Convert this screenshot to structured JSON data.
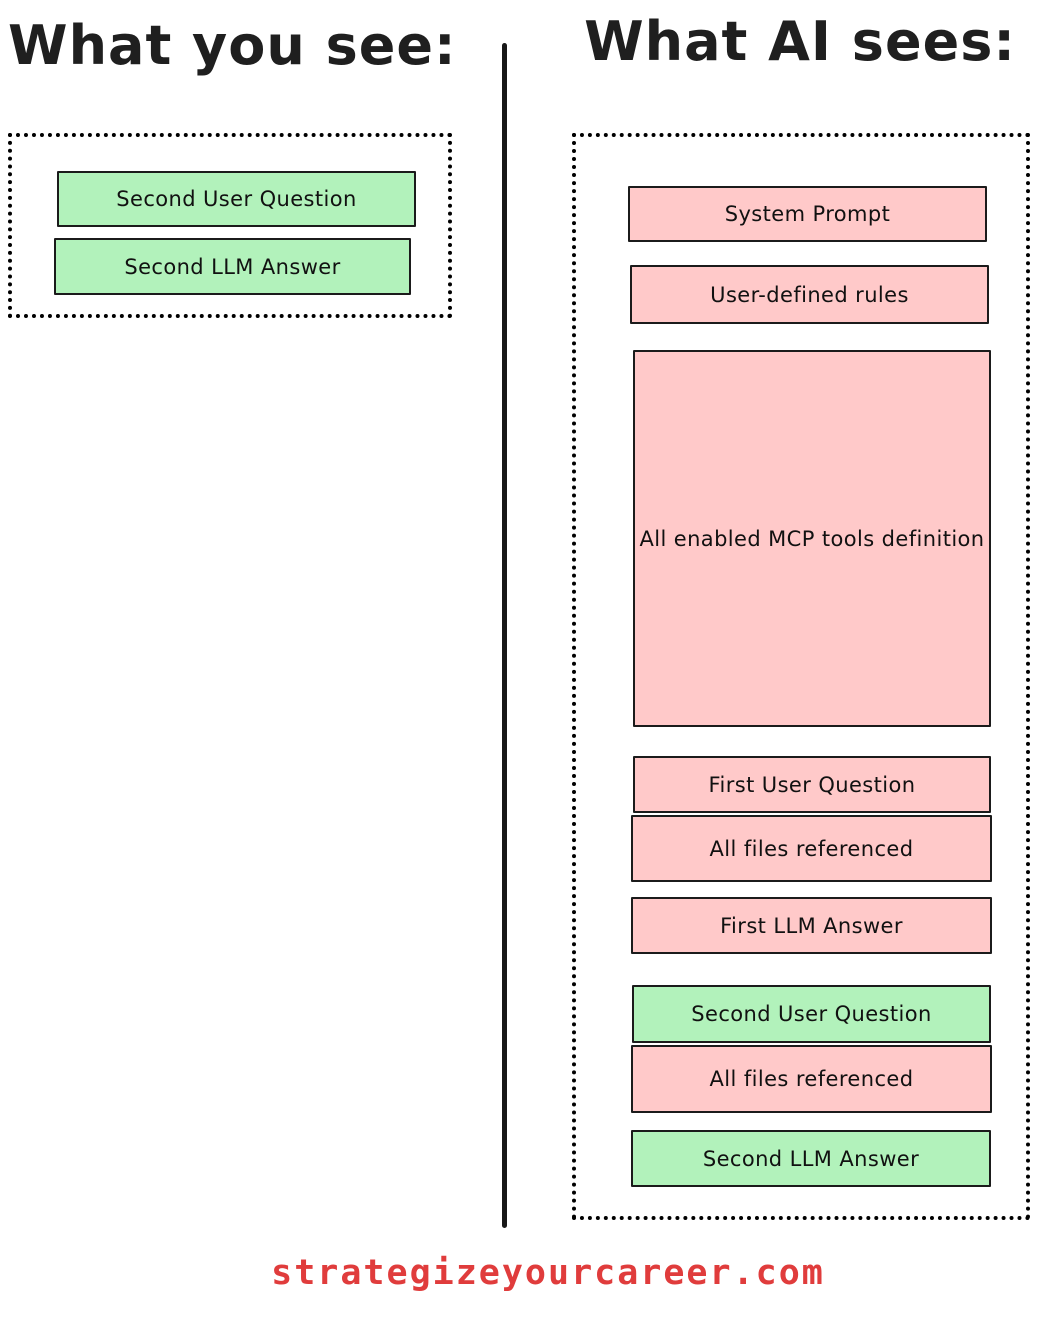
{
  "left_panel": {
    "title": "What you see:",
    "boxes": [
      {
        "label": "Second User Question",
        "variant": "green"
      },
      {
        "label": "Second LLM Answer",
        "variant": "green"
      }
    ]
  },
  "right_panel": {
    "title": "What AI sees:",
    "boxes": [
      {
        "label": "System Prompt",
        "variant": "pink"
      },
      {
        "label": "User-defined rules",
        "variant": "pink"
      },
      {
        "label": "All enabled MCP tools definition",
        "variant": "pink"
      },
      {
        "label": "First User Question",
        "variant": "pink"
      },
      {
        "label": "All files referenced",
        "variant": "pink"
      },
      {
        "label": "First LLM Answer",
        "variant": "pink"
      },
      {
        "label": "Second User Question",
        "variant": "green"
      },
      {
        "label": "All files referenced",
        "variant": "pink"
      },
      {
        "label": "Second LLM Answer",
        "variant": "green"
      }
    ]
  },
  "footer": {
    "site_label": "strategizeyourcareer.com"
  },
  "colors": {
    "green_fill": "#b2f2bb",
    "pink_fill": "#ffc9c9",
    "stroke": "#1b1b1b",
    "footer_red": "#e03c3c"
  }
}
